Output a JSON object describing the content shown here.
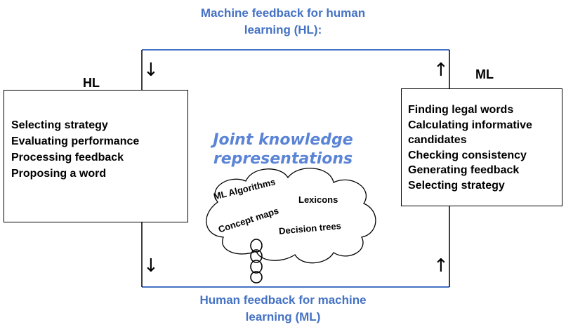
{
  "top_label": {
    "line1": "Machine feedback for human",
    "line2": "learning (HL):"
  },
  "bottom_label": {
    "line1": "Human feedback for machine",
    "line2": "learning (ML)"
  },
  "hl_panel": {
    "title": "HL",
    "items": [
      "Selecting strategy",
      "Evaluating performance",
      "Processing feedback",
      "Proposing a word"
    ]
  },
  "ml_panel": {
    "title": "ML",
    "items": [
      "Finding legal words",
      "Calculating informative",
      "candidates",
      "Checking consistency",
      "Generating feedback",
      "Selecting strategy"
    ]
  },
  "joint": {
    "line1": "Joint knowledge",
    "line2": "representations"
  },
  "cloud_items": [
    "ML Algorithms",
    "Lexicons",
    "Concept maps",
    "Decision trees"
  ],
  "arrows": {
    "down": "↓",
    "up": "↑"
  },
  "colors": {
    "accent": "#4472c4",
    "cloud_text": "#5b84d6",
    "line": "#000000"
  }
}
